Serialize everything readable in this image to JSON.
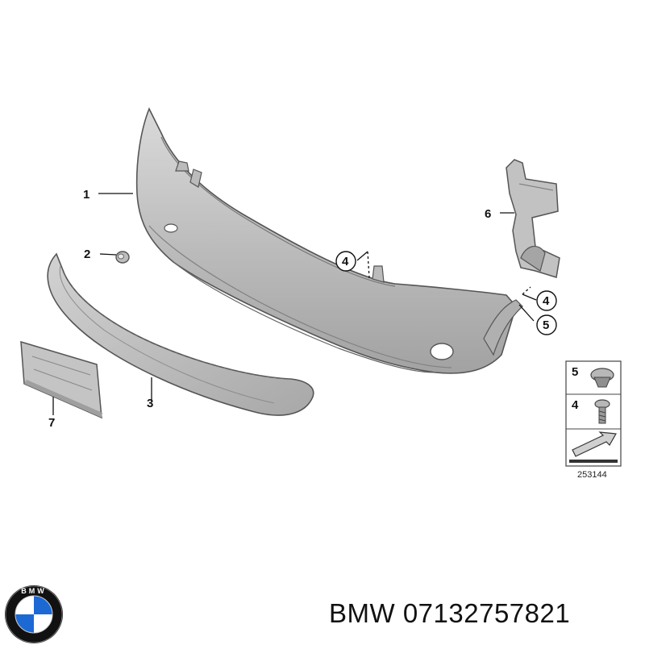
{
  "diagram": {
    "callouts": [
      "1",
      "2",
      "3",
      "4",
      "4",
      "5",
      "6",
      "7"
    ],
    "fastener_legend": {
      "items": [
        "5",
        "4"
      ]
    },
    "reference_number": "253144"
  },
  "caption": {
    "brand": "BMW",
    "part_number": "07132757821"
  },
  "logo": {
    "letters": "BMW"
  },
  "colors": {
    "part_fill": "#c6c6c6",
    "part_shadow": "#9a9a9a",
    "outline": "#555555",
    "logo_blue": "#1c69d4",
    "logo_ring": "#111111"
  }
}
